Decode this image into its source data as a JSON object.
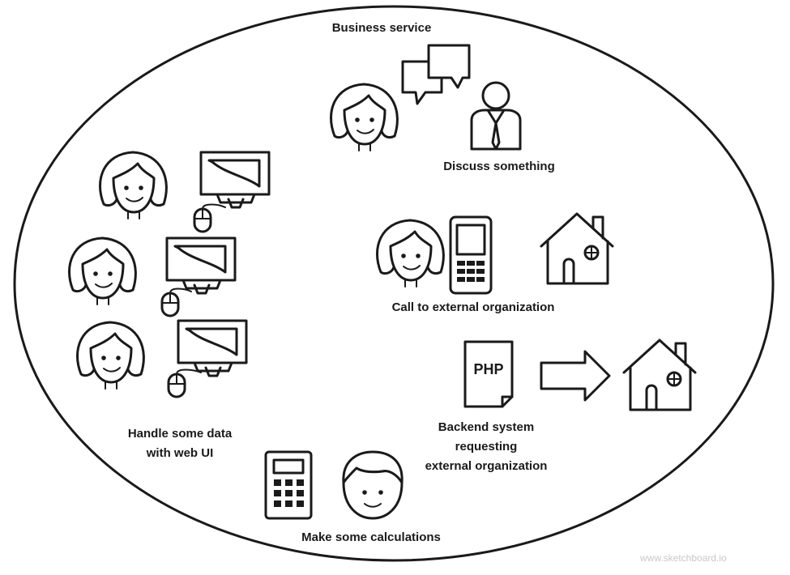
{
  "title": "Business service",
  "groups": [
    {
      "id": "discuss",
      "label": "Discuss something"
    },
    {
      "id": "call",
      "label": "Call to external organization"
    },
    {
      "id": "backend",
      "label_lines": [
        "Backend system",
        "requesting",
        "external organization"
      ],
      "doc_text": "PHP"
    },
    {
      "id": "webui",
      "label_lines": [
        "Handle some data",
        "with web UI"
      ]
    },
    {
      "id": "calc",
      "label": "Make some calculations"
    }
  ],
  "watermark": "www.sketchboard.io"
}
